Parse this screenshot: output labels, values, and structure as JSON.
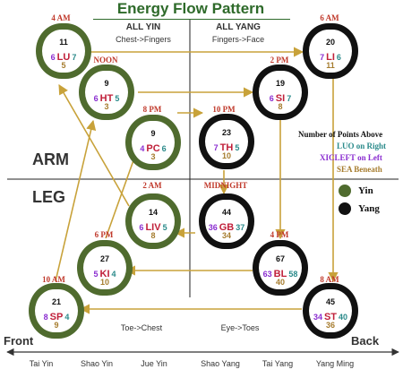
{
  "title": "Energy Flow Pattern",
  "headers": {
    "yin_title": "ALL YIN",
    "yin_sub": "Chest->Fingers",
    "yang_title": "ALL YANG",
    "yang_sub": "Fingers->Face",
    "toe_chest": "Toe->Chest",
    "eye_toes": "Eye->Toes"
  },
  "labels": {
    "arm": "ARM",
    "leg": "LEG",
    "front": "Front",
    "back": "Back"
  },
  "channels": [
    "Tai Yin",
    "Shao Yin",
    "Jue Yin",
    "Shao Yang",
    "Tai Yang",
    "Yang Ming"
  ],
  "legend": {
    "heading": "Number of Points Above",
    "luo": "LUO on Right",
    "xicleft": "XICLEFT on Left",
    "sea": "SEA Beneath",
    "yin": "Yin",
    "yang": "Yang",
    "colors": {
      "yin": "#4f6b2e",
      "yang": "#111111",
      "luo": "#2a8a8a",
      "xicleft": "#8a2dd0",
      "sea": "#a67c2e"
    }
  },
  "meridians": [
    {
      "id": "LU",
      "time": "4 AM",
      "type": "yin",
      "points": "11",
      "xicleft": "6",
      "luo": "7",
      "sea": "5"
    },
    {
      "id": "HT",
      "time": "NOON",
      "type": "yin",
      "points": "9",
      "xicleft": "6",
      "luo": "5",
      "sea": "3"
    },
    {
      "id": "PC",
      "time": "8 PM",
      "type": "yin",
      "points": "9",
      "xicleft": "4",
      "luo": "6",
      "sea": "3"
    },
    {
      "id": "TH",
      "time": "10 PM",
      "type": "yang",
      "points": "23",
      "xicleft": "7",
      "luo": "5",
      "sea": "10"
    },
    {
      "id": "SI",
      "time": "2 PM",
      "type": "yang",
      "points": "19",
      "xicleft": "6",
      "luo": "7",
      "sea": "8"
    },
    {
      "id": "LI",
      "time": "6 AM",
      "type": "yang",
      "points": "20",
      "xicleft": "7",
      "luo": "6",
      "sea": "11"
    },
    {
      "id": "LIV",
      "time": "2 AM",
      "type": "yin",
      "points": "14",
      "xicleft": "6",
      "luo": "5",
      "sea": "8"
    },
    {
      "id": "GB",
      "time": "MIDNIGHT",
      "type": "yang",
      "points": "44",
      "xicleft": "36",
      "luo": "37",
      "sea": "34"
    },
    {
      "id": "KI",
      "time": "6 PM",
      "type": "yin",
      "points": "27",
      "xicleft": "5",
      "luo": "4",
      "sea": "10"
    },
    {
      "id": "BL",
      "time": "4 PM",
      "type": "yang",
      "points": "67",
      "xicleft": "63",
      "luo": "58",
      "sea": "40"
    },
    {
      "id": "SP",
      "time": "10 AM",
      "type": "yin",
      "points": "21",
      "xicleft": "8",
      "luo": "4",
      "sea": "9"
    },
    {
      "id": "ST",
      "time": "8 AM",
      "type": "yang",
      "points": "45",
      "xicleft": "34",
      "luo": "40",
      "sea": "36"
    }
  ]
}
